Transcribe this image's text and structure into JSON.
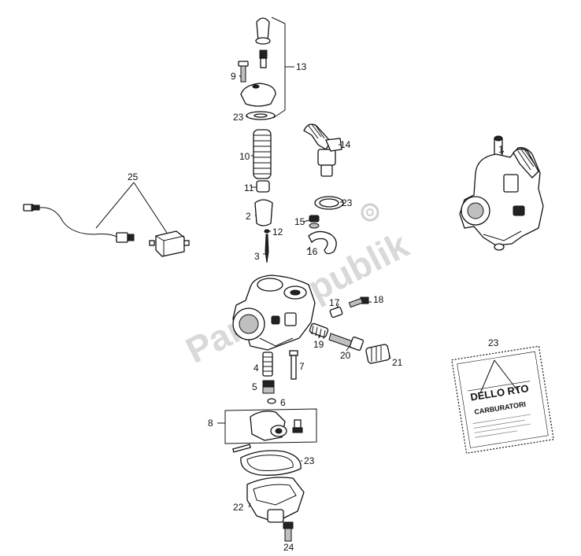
{
  "watermark": "PartsRepublik",
  "bag": {
    "brand": "DELLO RTO",
    "subtitle": "CARBURATORI"
  },
  "callouts": {
    "c1": "1",
    "c2": "2",
    "c3": "3",
    "c4": "4",
    "c5": "5",
    "c6": "6",
    "c7": "7",
    "c8": "8",
    "c9": "9",
    "c10": "10",
    "c11": "11",
    "c12": "12",
    "c13": "13",
    "c14": "14",
    "c15": "15",
    "c16": "16",
    "c17": "17",
    "c18": "18",
    "c19": "19",
    "c20": "20",
    "c21": "21",
    "c22": "22",
    "c23a": "23",
    "c23b": "23",
    "c23c": "23",
    "c23d": "23",
    "c24": "24",
    "c25": "25"
  }
}
